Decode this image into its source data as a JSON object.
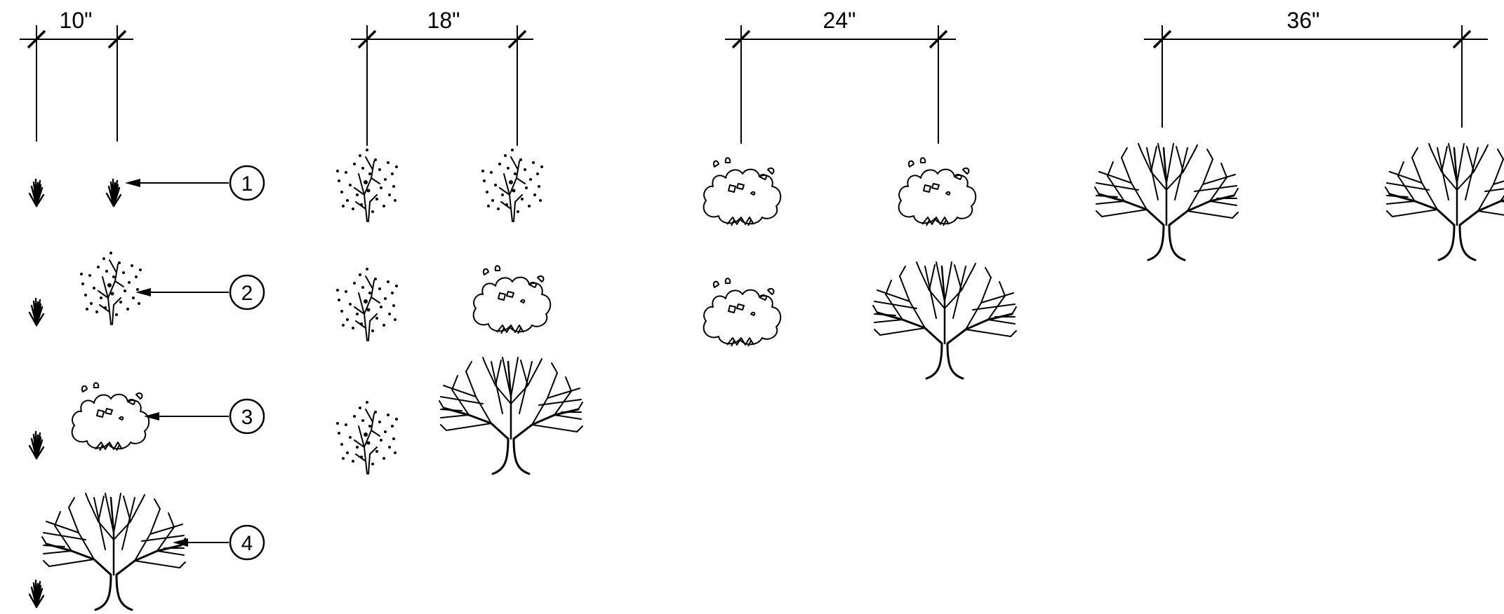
{
  "dimensions": [
    {
      "label": "10\""
    },
    {
      "label": "18\""
    },
    {
      "label": "24\""
    },
    {
      "label": "36\""
    }
  ],
  "callouts": [
    {
      "number": "1"
    },
    {
      "number": "2"
    },
    {
      "number": "3"
    },
    {
      "number": "4"
    }
  ],
  "plant_symbols": [
    "grass",
    "shrub",
    "bush",
    "tree"
  ],
  "colors": {
    "line": "#000000",
    "background": "#ffffff"
  }
}
